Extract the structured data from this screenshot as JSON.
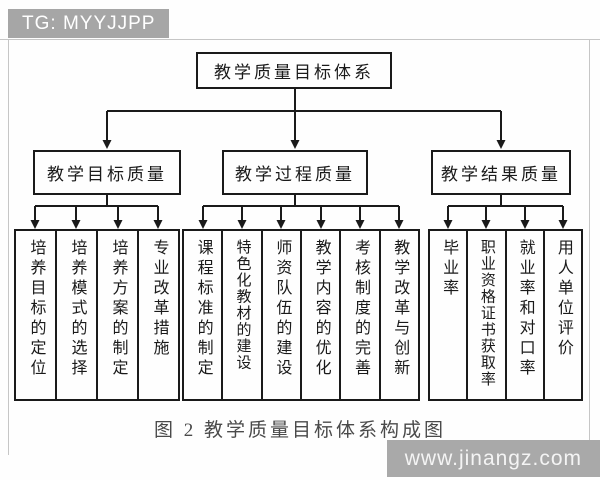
{
  "badges": {
    "tag": "TG: MYYJJPP",
    "site": "www.jinangz.com"
  },
  "caption": {
    "text": "图 2  教学质量目标体系构成图"
  },
  "tree": {
    "root": {
      "label": "教学质量目标体系"
    },
    "groups": [
      {
        "label": "教学目标质量",
        "children": [
          {
            "label": "培养目标的定位"
          },
          {
            "label": "培养模式的选择"
          },
          {
            "label": "培养方案的制定"
          },
          {
            "label": "专业改革措施"
          }
        ]
      },
      {
        "label": "教学过程质量",
        "children": [
          {
            "label": "课程标准的制定"
          },
          {
            "label": "特色化教材的建设"
          },
          {
            "label": "师资队伍的建设"
          },
          {
            "label": "教学内容的优化"
          },
          {
            "label": "考核制度的完善"
          },
          {
            "label": "教学改革与创新"
          }
        ]
      },
      {
        "label": "教学结果质量",
        "children": [
          {
            "label": "毕业率"
          },
          {
            "label": "职业资格证书获取率"
          },
          {
            "label": "就业率和对口率"
          },
          {
            "label": "用人单位评价"
          }
        ]
      }
    ]
  },
  "colors": {
    "line": "#1a1a1a",
    "badge_bg": "#a6a6a6",
    "watermark_bg": "#a9a9a9",
    "caption_text": "#4a4a4a",
    "background": "#fefefe"
  }
}
